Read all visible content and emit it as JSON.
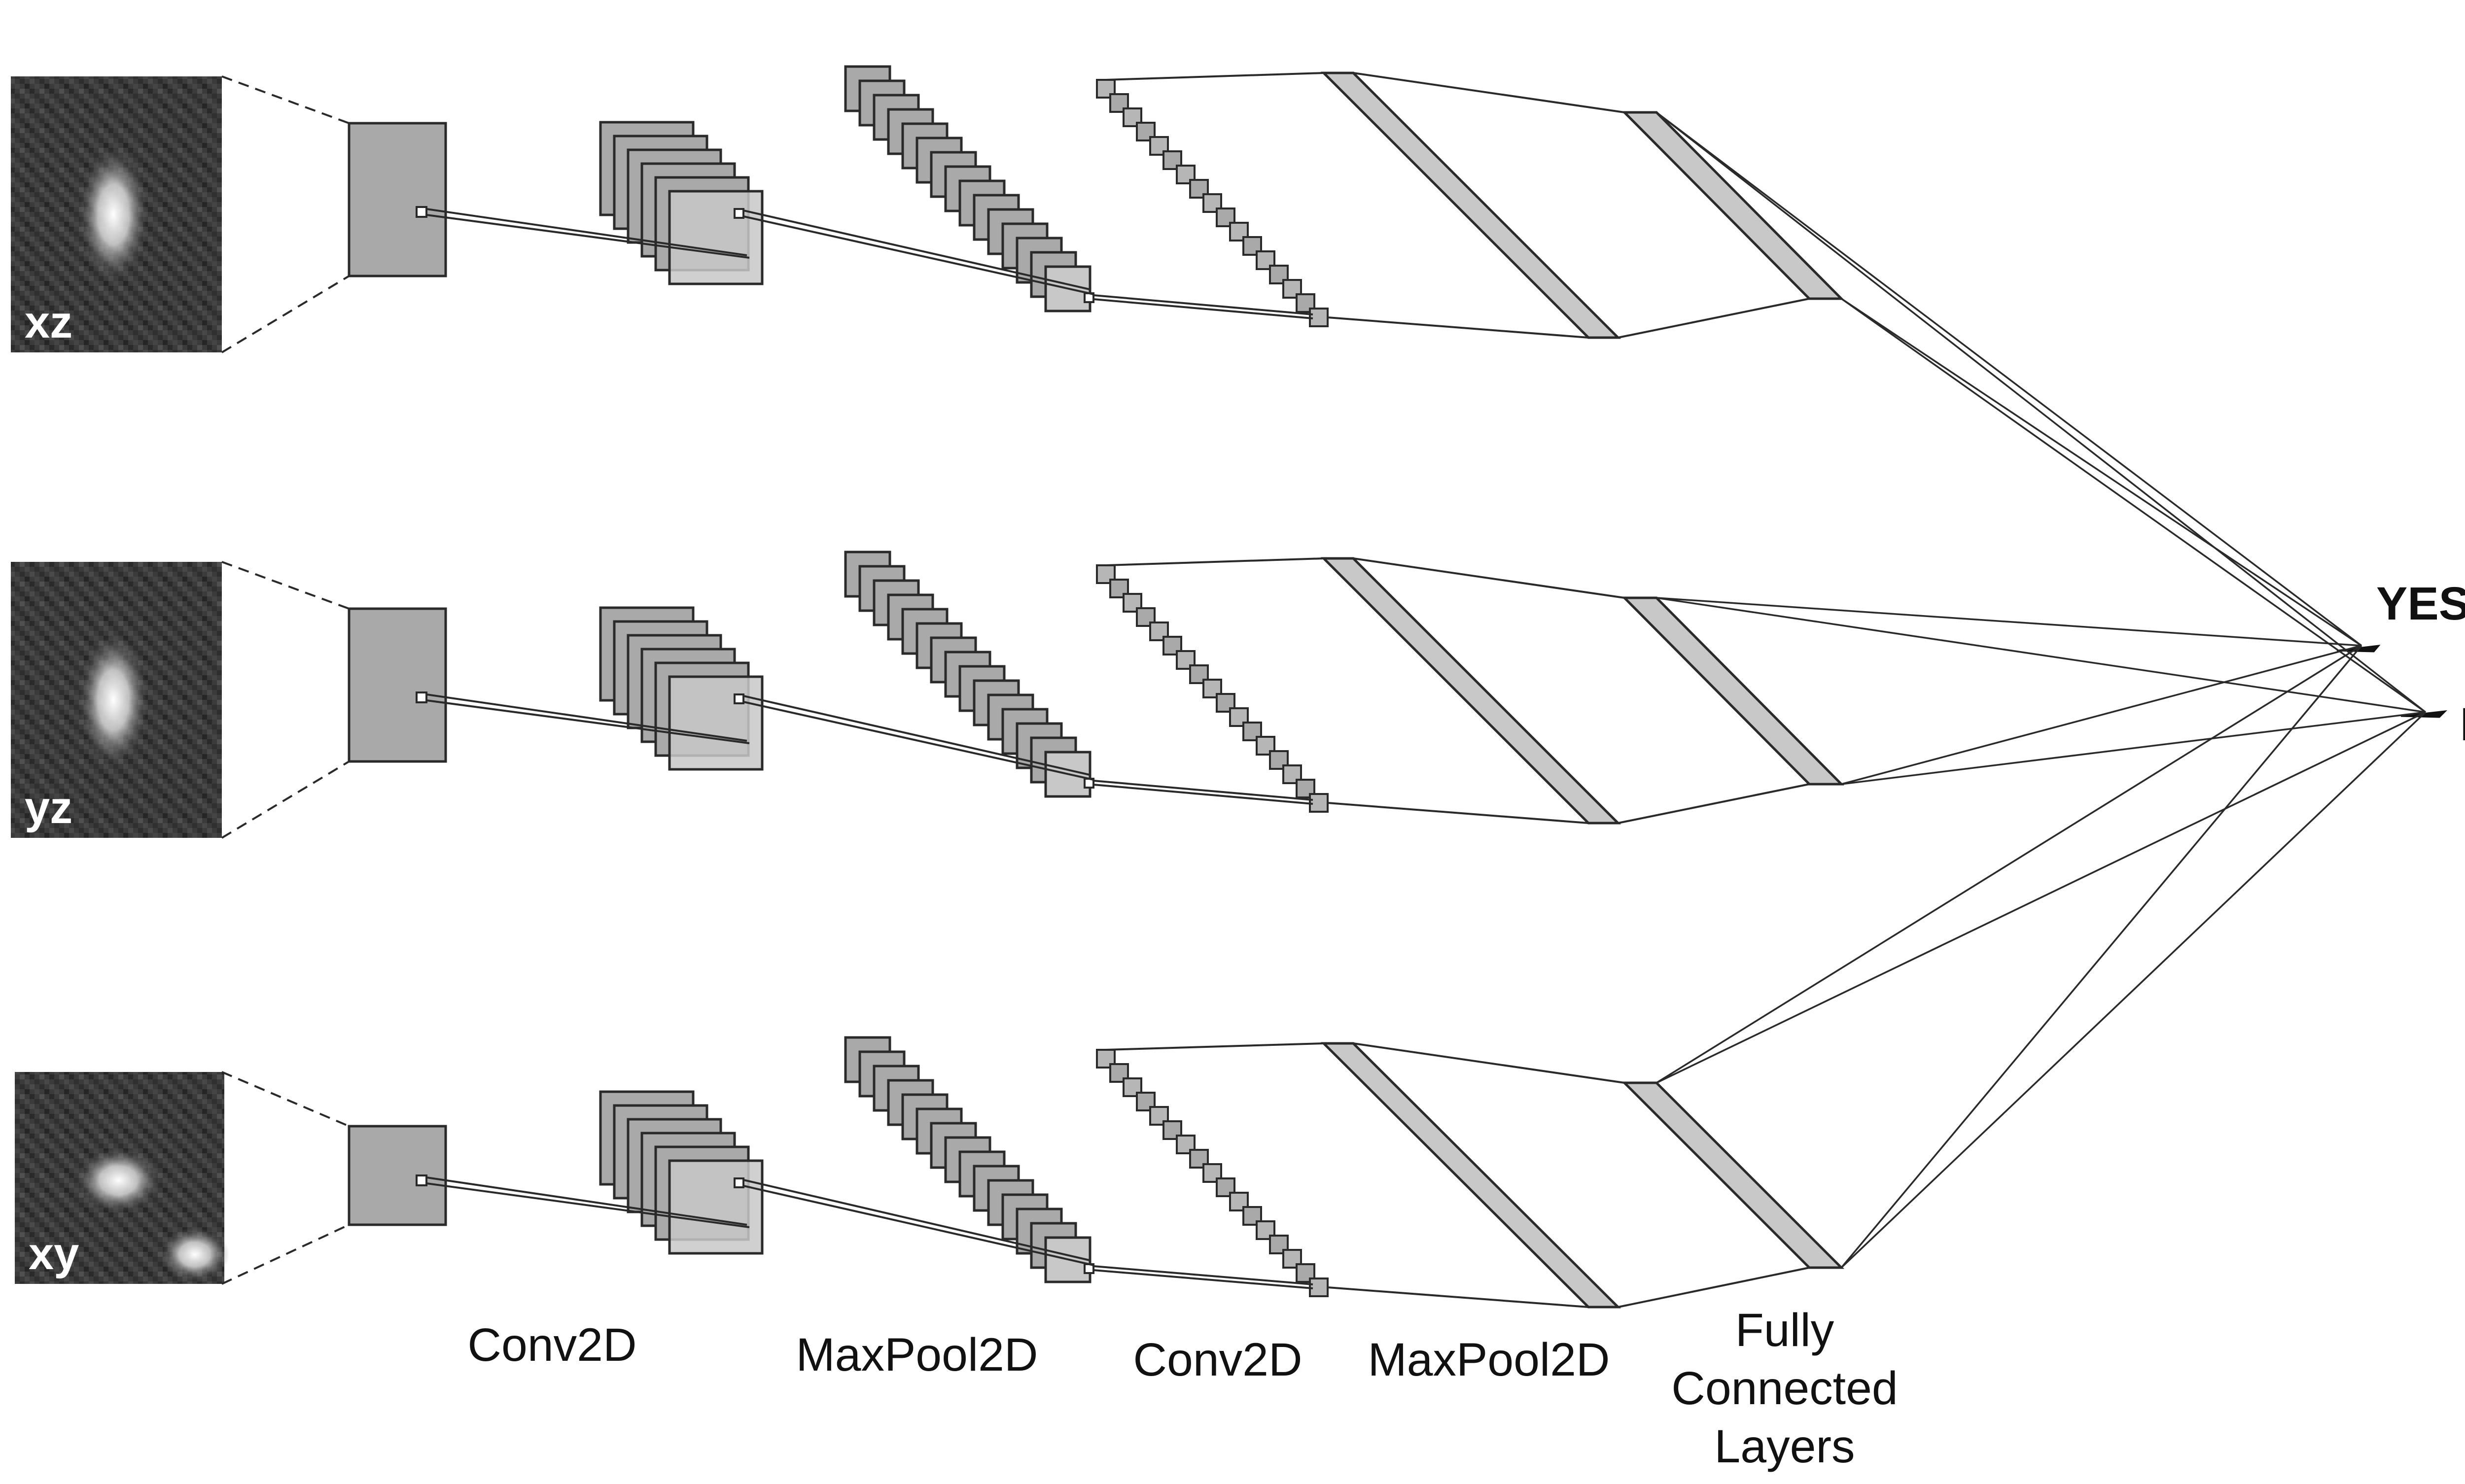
{
  "input_panels": [
    {
      "plane": "xz"
    },
    {
      "plane": "yz"
    },
    {
      "plane": "xy"
    }
  ],
  "layer_labels": {
    "conv1": "Conv2D",
    "pool1": "MaxPool2D",
    "conv2": "Conv2D",
    "pool2": "MaxPool2D",
    "fc": [
      "Fully",
      "Connected",
      "Layers"
    ]
  },
  "outputs": {
    "yes": "YES",
    "no": "NO"
  },
  "colors": {
    "layer_fill": "#a9a9a9",
    "layer_fill_light": "#c8c8c8",
    "stroke": "#2a2a2a",
    "panel_dark": "#3a3a3a",
    "blob": "#f2f2f2"
  }
}
